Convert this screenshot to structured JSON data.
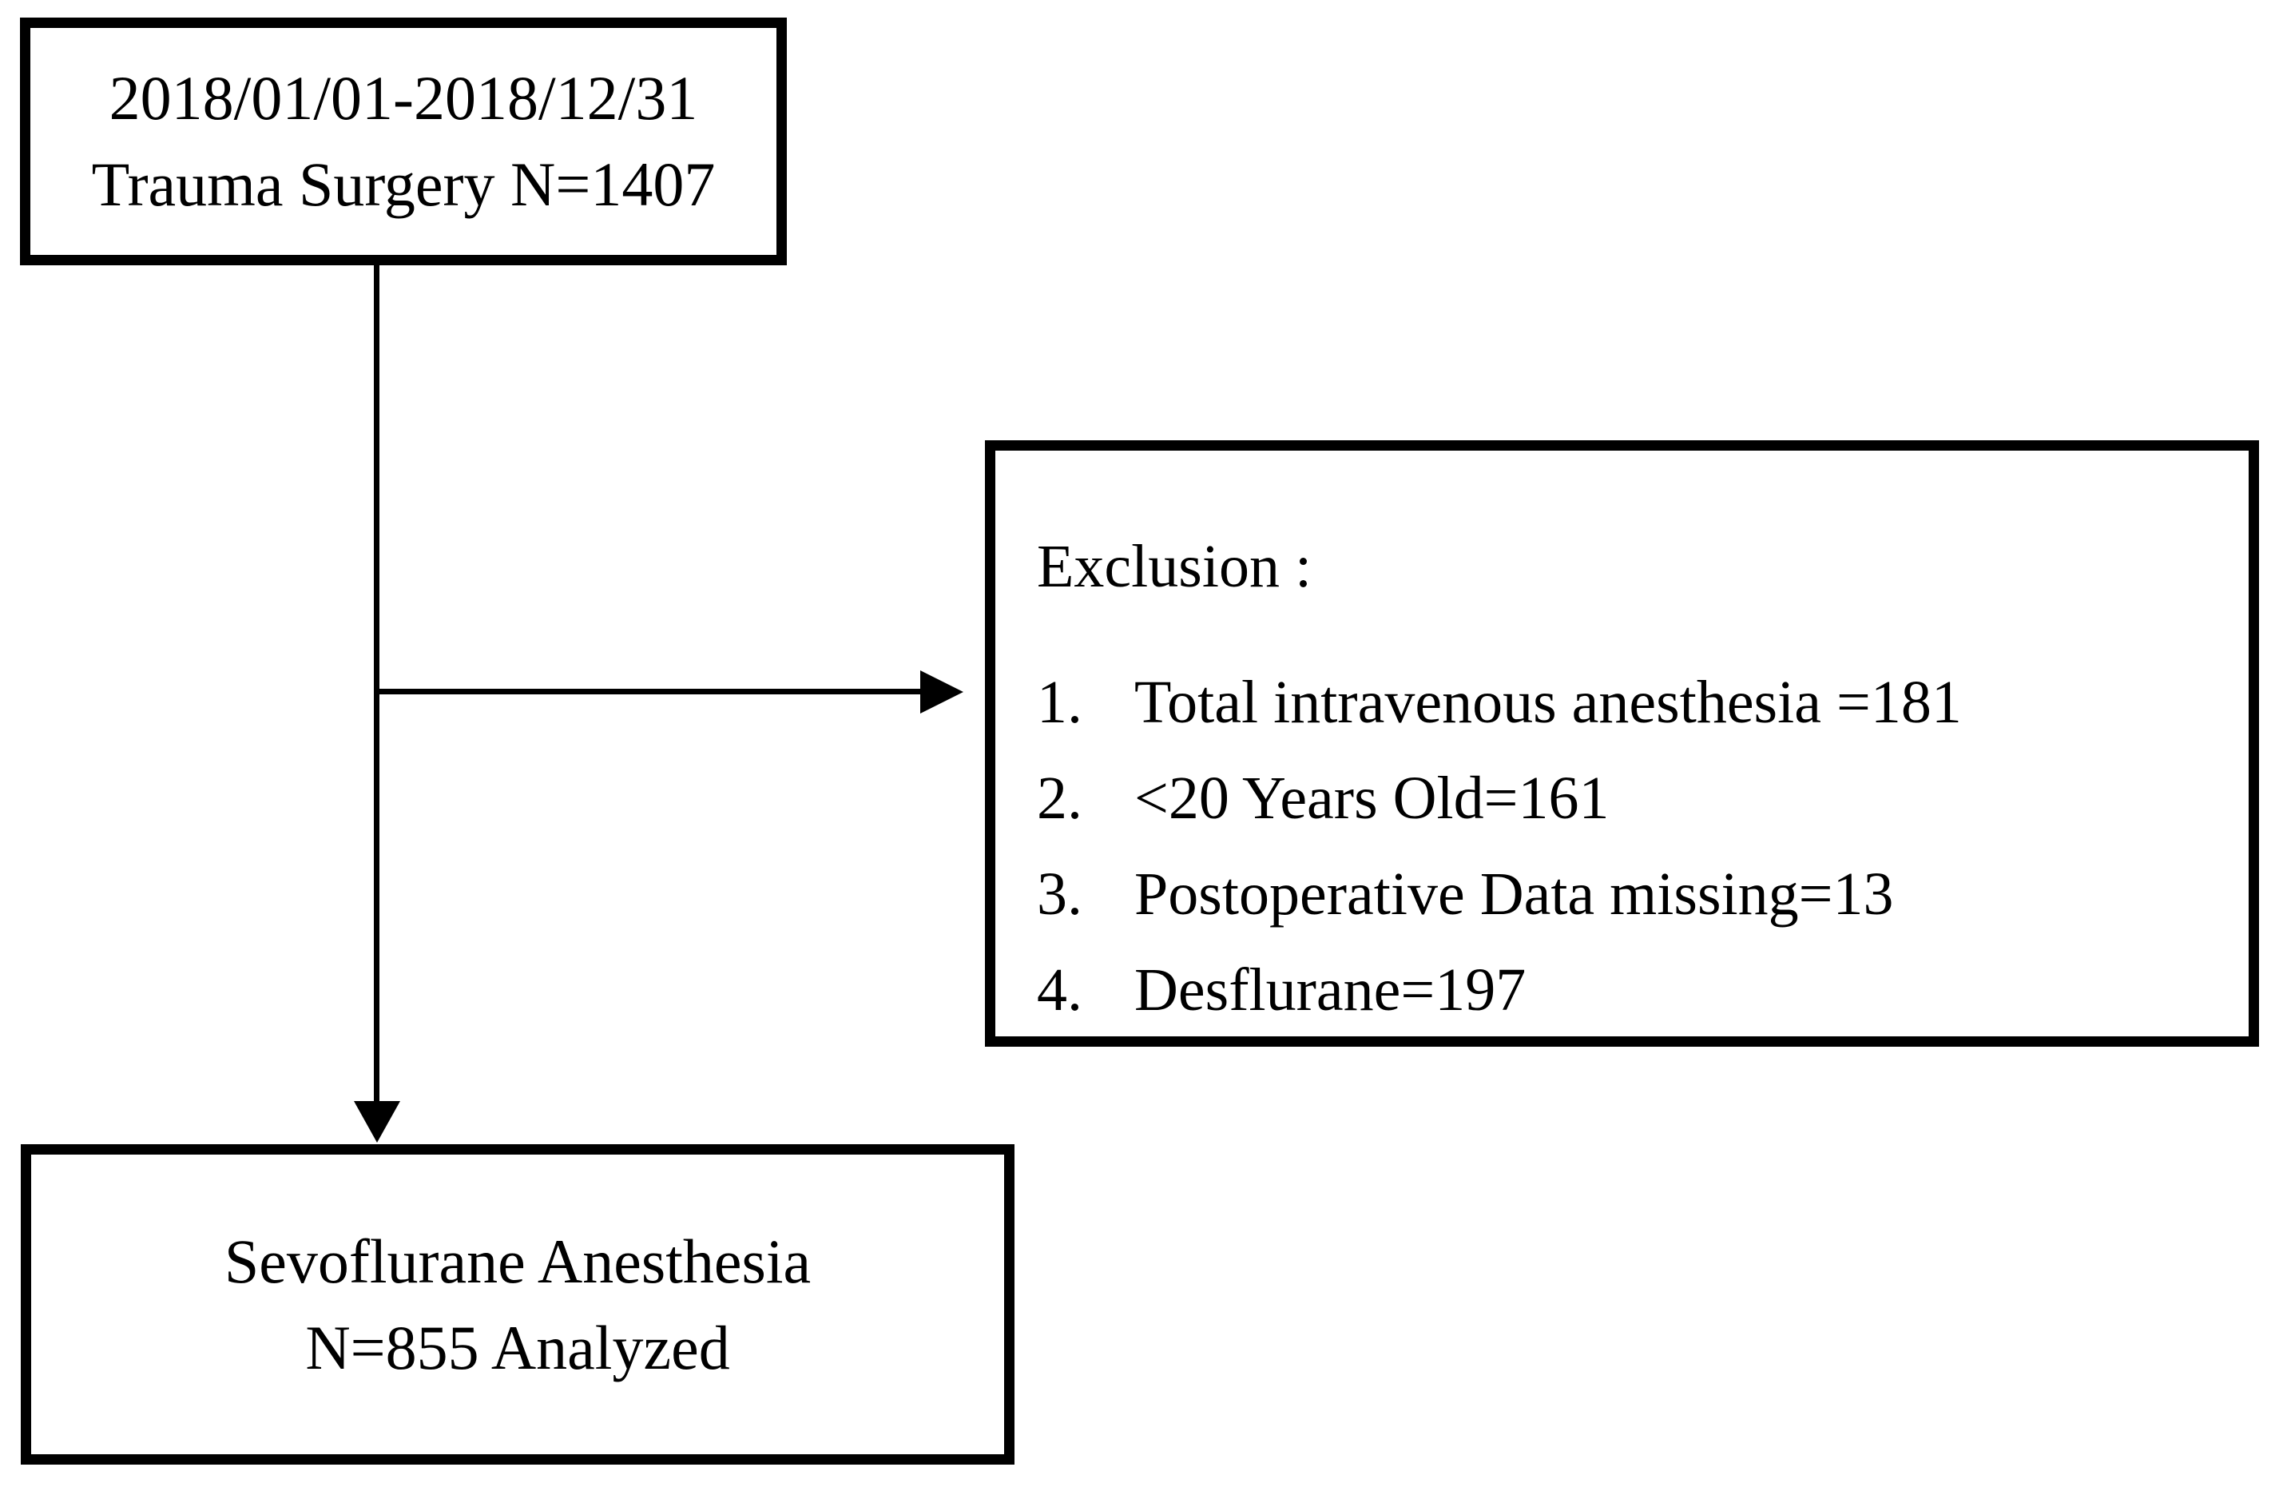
{
  "diagram": {
    "top_box": {
      "line1": "2018/01/01-2018/12/31",
      "line2": "Trauma Surgery N=1407"
    },
    "exclusion_box": {
      "title": "Exclusion :",
      "items": [
        {
          "number": "1.",
          "text": "Total intravenous anesthesia =181"
        },
        {
          "number": "2.",
          "text": "<20 Years Old=161"
        },
        {
          "number": "3.",
          "text": "Postoperative Data missing=13"
        },
        {
          "number": "4.",
          "text": "Desflurane=197"
        }
      ]
    },
    "bottom_box": {
      "line1": "Sevoflurane Anesthesia",
      "line2": "N=855 Analyzed"
    },
    "colors": {
      "line": "#000000",
      "text": "#000000",
      "background": "#ffffff"
    }
  }
}
